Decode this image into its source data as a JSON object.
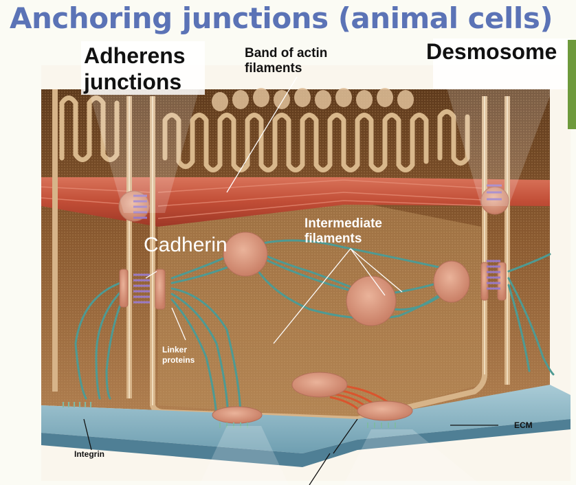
{
  "title": "Anchoring junctions (animal cells)",
  "labels": {
    "adherens_line1": "Adherens",
    "adherens_line2": "junctions",
    "desmosome": "Desmosome",
    "actin_line1": "Band of actin",
    "actin_line2": "filaments",
    "intermediate_line1": "Intermediate",
    "intermediate_line2": "filaments",
    "cadherin": "Cadherin",
    "linker_line1": "Linker",
    "linker_line2": "proteins",
    "ecm": "ECM",
    "integrin": "Integrin"
  },
  "colors": {
    "title": "#5b73b6",
    "cytoplasm": "#8b5a2b",
    "actin_band": "#c8553e",
    "intermediate_filament": "#5a9a96",
    "plaque": "#e0a08a",
    "cadherin": "#9a7ac4",
    "ecm": "#8fb8c8"
  }
}
